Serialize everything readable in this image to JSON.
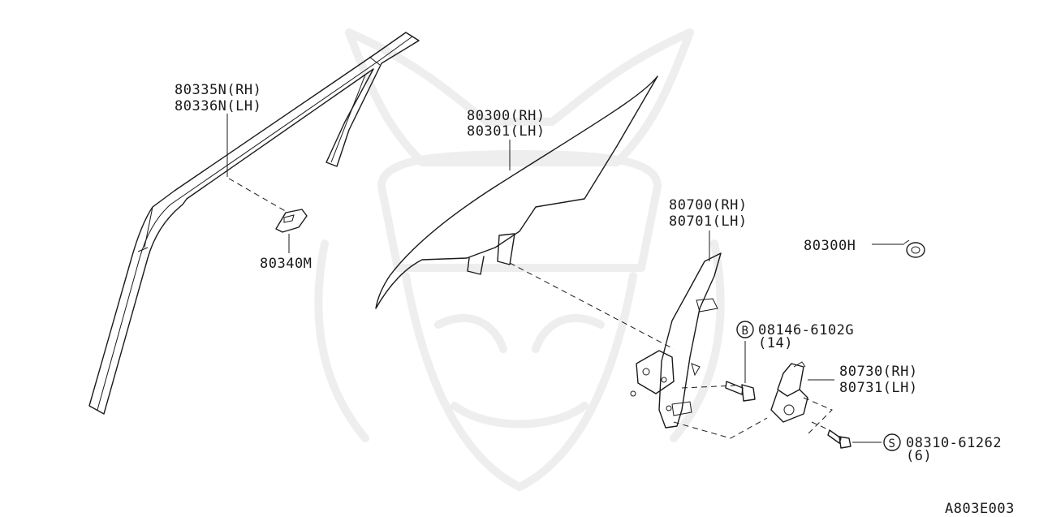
{
  "diagram": {
    "labels": {
      "trim_rh": "80335N(RH)",
      "trim_lh": "80336N(LH)",
      "clip": "80340M",
      "glass_rh": "80300(RH)",
      "glass_lh": "80301(LH)",
      "regulator_rh": "80700(RH)",
      "regulator_lh": "80701(LH)",
      "grommet": "80300H",
      "bolt_marker": "B",
      "bolt": "08146-6102G",
      "bolt_qty": "(14)",
      "motor_rh": "80730(RH)",
      "motor_lh": "80731(LH)",
      "screw_marker": "S",
      "screw": "08310-61262",
      "screw_qty": "(6)",
      "figure_id": "A803E003"
    },
    "colors": {
      "ink": "#1a1a1a",
      "watermark": "#eeeeee",
      "background": "#ffffff"
    }
  }
}
